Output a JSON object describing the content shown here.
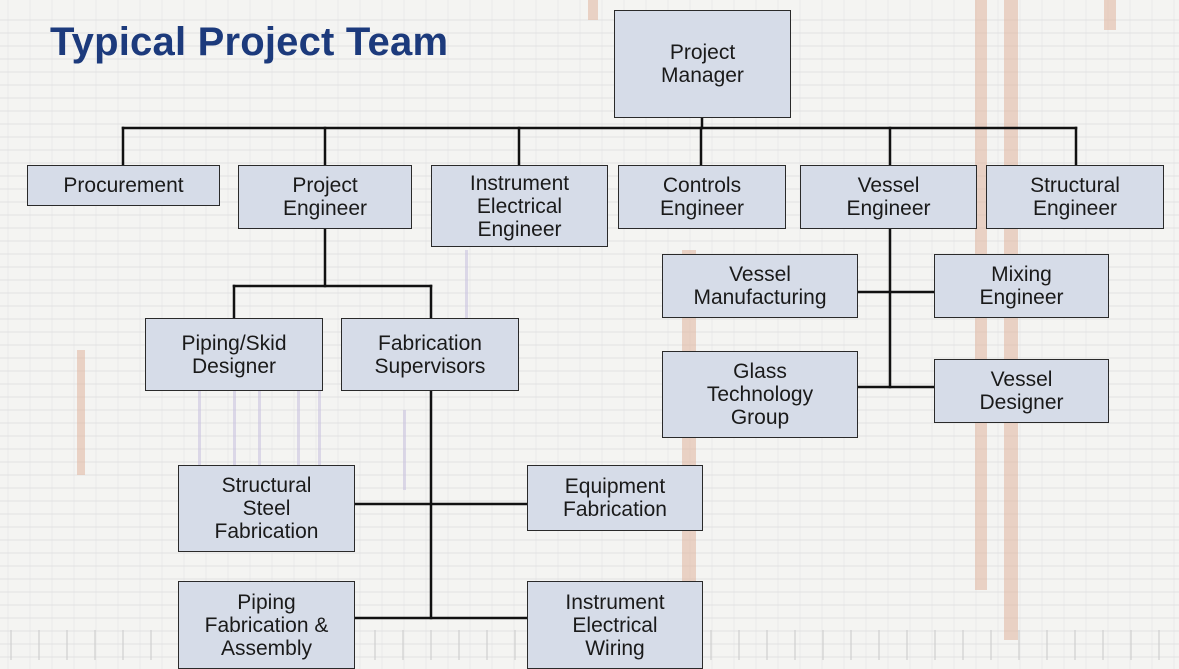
{
  "title": "Typical Project Team",
  "nodes": {
    "project_manager": [
      "Project",
      "Manager"
    ],
    "procurement": [
      "Procurement"
    ],
    "project_engineer": [
      "Project",
      "Engineer"
    ],
    "instrument_electrical_engineer": [
      "Instrument",
      "Electrical",
      "Engineer"
    ],
    "controls_engineer": [
      "Controls",
      "Engineer"
    ],
    "vessel_engineer": [
      "Vessel",
      "Engineer"
    ],
    "structural_engineer": [
      "Structural",
      "Engineer"
    ],
    "vessel_manufacturing": [
      "Vessel",
      "Manufacturing"
    ],
    "mixing_engineer": [
      "Mixing",
      "Engineer"
    ],
    "glass_technology_group": [
      "Glass",
      "Technology",
      "Group"
    ],
    "vessel_designer": [
      "Vessel",
      "Designer"
    ],
    "piping_skid_designer": [
      "Piping/Skid",
      "Designer"
    ],
    "fabrication_supervisors": [
      "Fabrication",
      "Supervisors"
    ],
    "structural_steel_fabrication": [
      "Structural",
      "Steel",
      "Fabrication"
    ],
    "equipment_fabrication": [
      "Equipment",
      "Fabrication"
    ],
    "piping_fabrication_assembly": [
      "Piping",
      "Fabrication &",
      "Assembly"
    ],
    "instrument_electrical_wiring": [
      "Instrument",
      "Electrical",
      "Wiring"
    ]
  },
  "colors": {
    "title": "#1c3a7c",
    "box_fill": "#d6dce8",
    "box_border": "#2a2a2a",
    "connector": "#111111",
    "background": "#f4f4f2",
    "background_bars": "#e0b49e"
  }
}
